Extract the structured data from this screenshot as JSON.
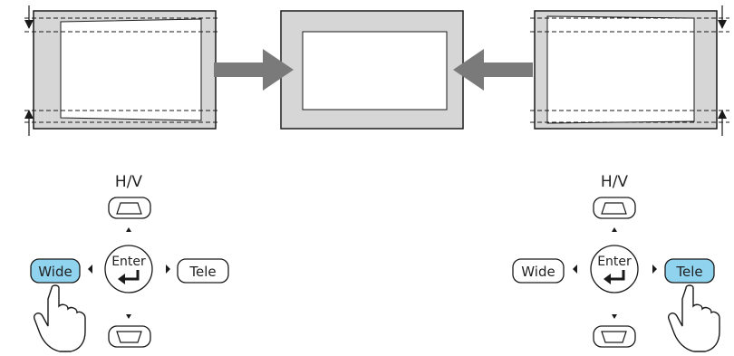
{
  "colors": {
    "frame_gray": "#d6d6d6",
    "arrow_gray": "#7a7a7a",
    "highlight_blue": "#8fd3ee",
    "outline": "#1a1a1a"
  },
  "icons": {
    "keystone_up": "keystone-vertical-up-icon",
    "keystone_down": "keystone-vertical-down-icon",
    "enter": "enter-return-arrow-icon",
    "finger": "pointing-hand-icon",
    "transition": "right-arrow-icon"
  },
  "left_panel": {
    "hv_label": "H/V",
    "enter_label": "Enter",
    "wide_label": "Wide",
    "tele_label": "Tele",
    "pressed": "Wide"
  },
  "right_panel": {
    "hv_label": "H/V",
    "enter_label": "Enter",
    "wide_label": "Wide",
    "tele_label": "Tele",
    "pressed": "Tele"
  }
}
